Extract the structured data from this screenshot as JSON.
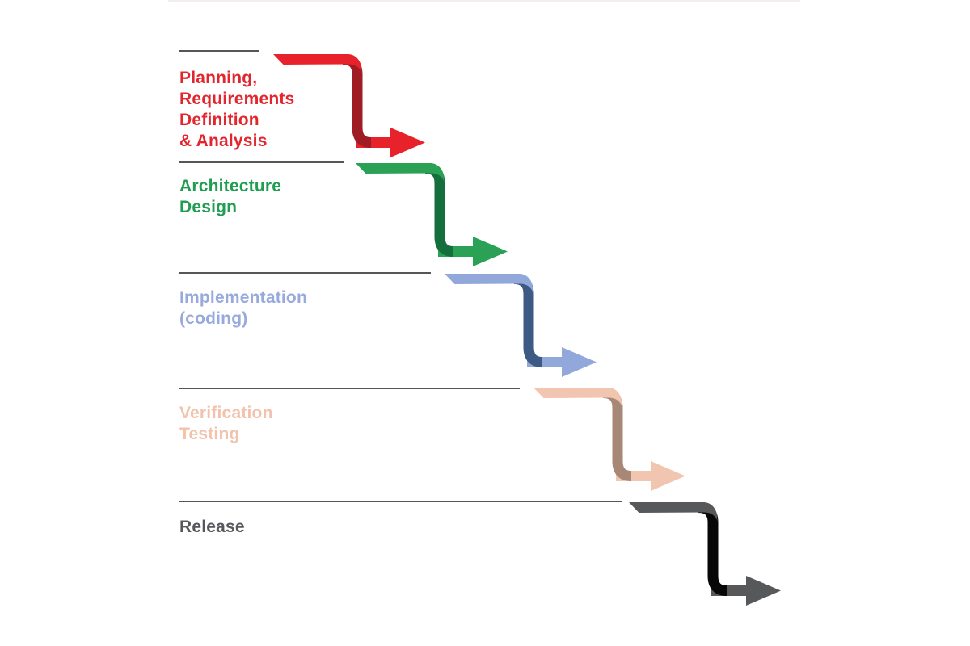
{
  "diagram": {
    "type": "waterfall-process",
    "background": "#ffffff",
    "rule_color": "#55565a",
    "top_edge_color": "#f3edee"
  },
  "phases": [
    {
      "id": "planning",
      "label_lines": [
        "Planning,",
        "Requirements",
        "Definition",
        "& Analysis"
      ],
      "text_color": "#e2262e",
      "arrow_light": "#e7222b",
      "arrow_dark": "#9f1c24"
    },
    {
      "id": "architecture",
      "label_lines": [
        "Architecture",
        "Design"
      ],
      "text_color": "#1f9d51",
      "arrow_light": "#2ba155",
      "arrow_dark": "#156f3c"
    },
    {
      "id": "implementation",
      "label_lines": [
        "Implementation",
        "(coding)"
      ],
      "text_color": "#98aadd",
      "arrow_light": "#92a8da",
      "arrow_dark": "#3d5a85"
    },
    {
      "id": "verification",
      "label_lines": [
        "Verification",
        "Testing"
      ],
      "text_color": "#f2c2ac",
      "arrow_light": "#f1c5b0",
      "arrow_dark": "#a78877"
    },
    {
      "id": "release",
      "label_lines": [
        "Release"
      ],
      "text_color": "#56575b",
      "arrow_light": "#57585a",
      "arrow_dark": "#070708"
    }
  ]
}
